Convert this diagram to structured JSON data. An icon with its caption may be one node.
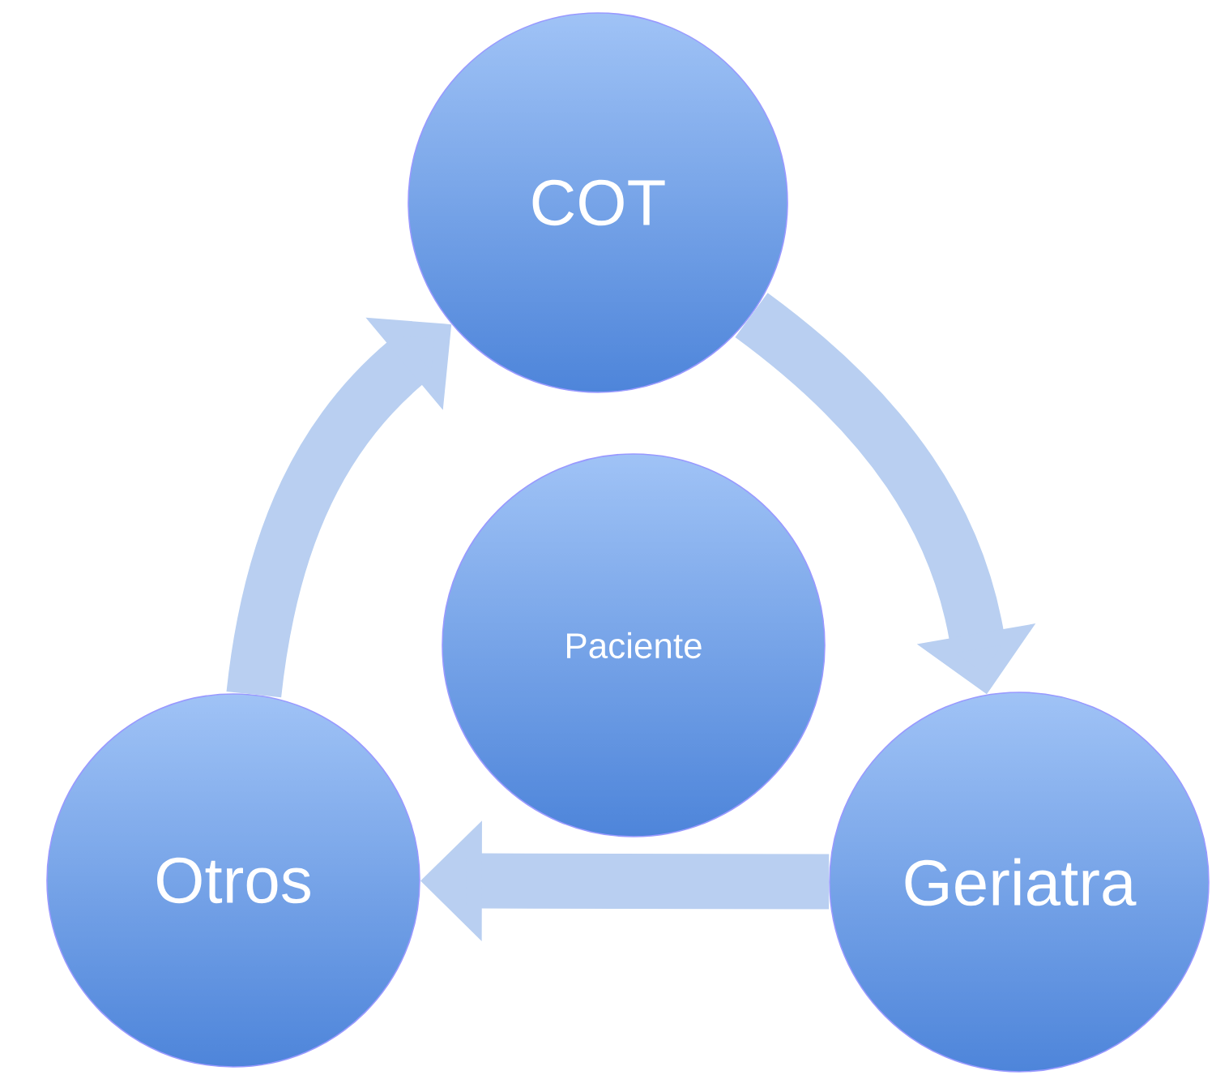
{
  "diagram": {
    "nodes": [
      {
        "text": [
          "COT"
        ]
      },
      {
        "text": [
          "Paciente"
        ]
      },
      {
        "text": [
          "Otros"
        ]
      },
      {
        "text": [
          "Geriatra"
        ]
      }
    ],
    "edges": [
      {
        "from": 0,
        "to": 3,
        "arrow": "to"
      },
      {
        "from": 3,
        "to": 2,
        "arrow": "to"
      },
      {
        "from": 2,
        "to": 0,
        "arrow": "to"
      }
    ]
  }
}
